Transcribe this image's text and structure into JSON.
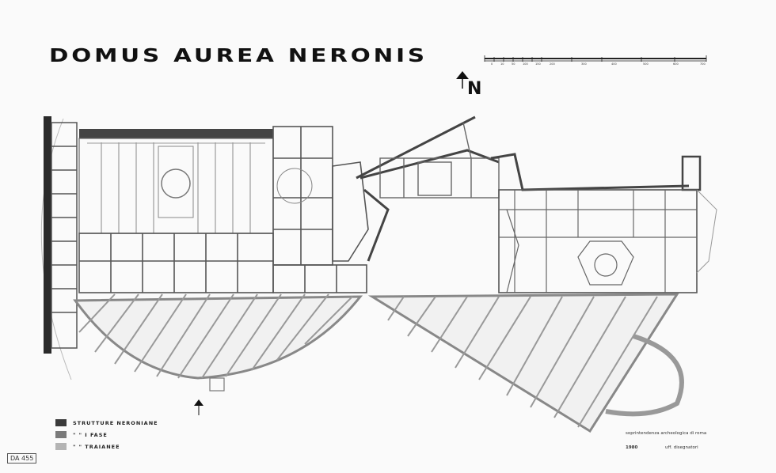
{
  "title": "DOMUS AUREA NERONIS",
  "north_label": "N",
  "scale_labels": [
    "0",
    "10",
    "50",
    "100",
    "150",
    "200",
    "300",
    "400",
    "500",
    "600",
    "700"
  ],
  "legend": [
    {
      "label": "STRUTTURE NERONIANE",
      "color": "#3a3a3a"
    },
    {
      "label": "\"      \"     I FASE",
      "color": "#7a7a7a"
    },
    {
      "label": "\"      \"     TRAIANEE",
      "color": "#b4b4b4"
    }
  ],
  "credit": {
    "line1": "soprintendenza archeologica di roma",
    "year": "1980",
    "line2": "uff. disegnatori"
  },
  "archive_tag": "DA 455"
}
